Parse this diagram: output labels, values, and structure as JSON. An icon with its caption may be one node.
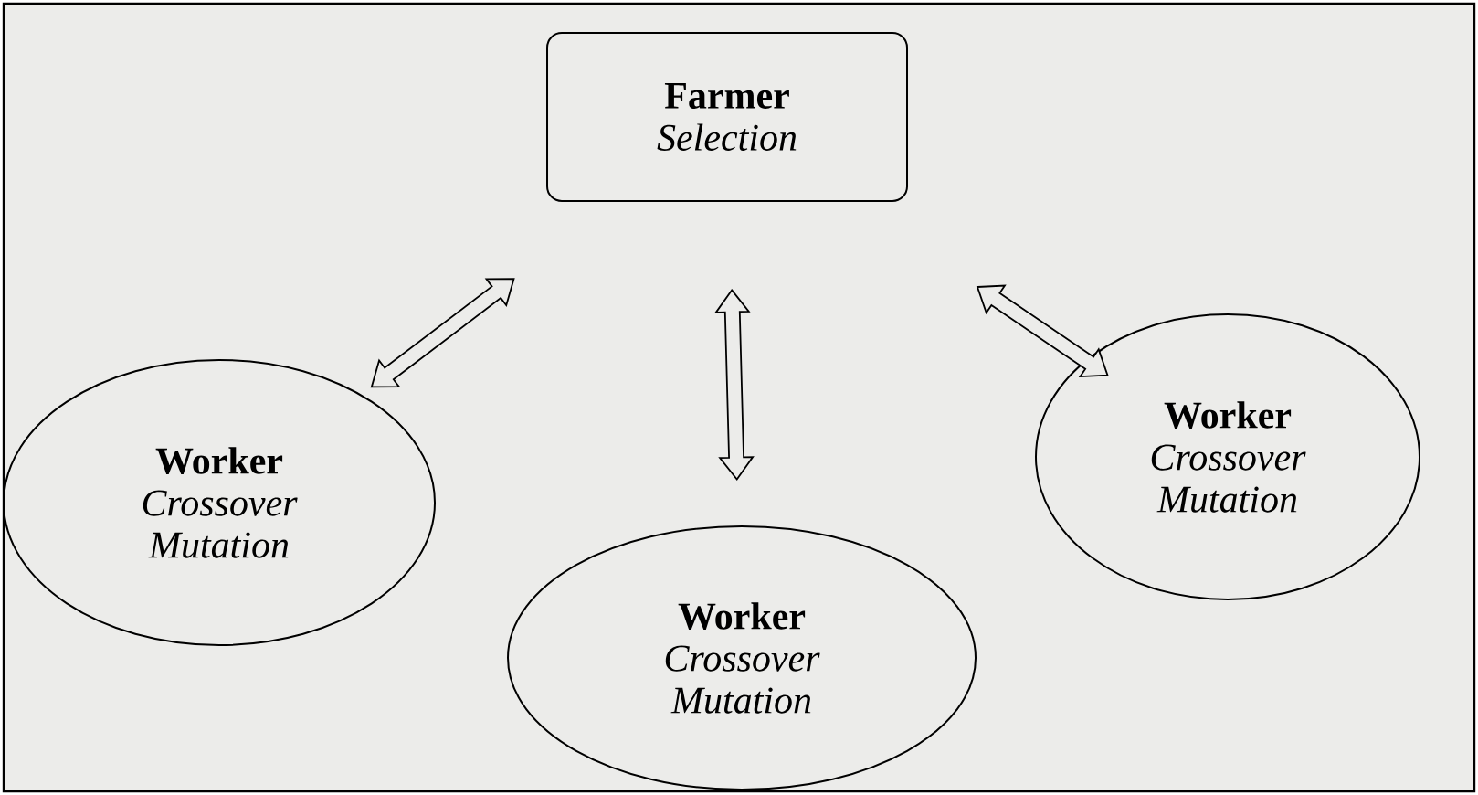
{
  "diagram": {
    "nodes": [
      {
        "text": [
          "Farmer",
          "Selection"
        ]
      },
      {
        "text": [
          "Worker",
          "Crossover Mutation"
        ]
      },
      {
        "text": [
          "Worker",
          "Crossover Mutation"
        ]
      },
      {
        "text": [
          "Worker",
          "Crossover Mutation"
        ]
      }
    ],
    "edges": [
      {
        "from": 0,
        "to": 1,
        "arrow": "both"
      },
      {
        "from": 0,
        "to": 2,
        "arrow": "both"
      },
      {
        "from": 0,
        "to": 3,
        "arrow": "both"
      }
    ]
  }
}
